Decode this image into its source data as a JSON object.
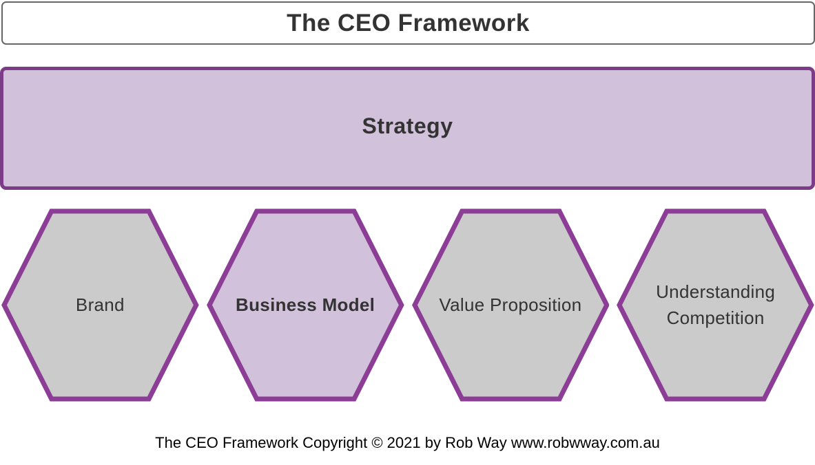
{
  "title": {
    "text": "The CEO Framework"
  },
  "strategy": {
    "label": "Strategy"
  },
  "hexagons": [
    {
      "label": "Brand",
      "fill": "#CBCBCB",
      "bold": false
    },
    {
      "label": "Business Model",
      "fill": "#D2C1DA",
      "bold": true
    },
    {
      "label": "Value Proposition",
      "fill": "#CBCBCB",
      "bold": false
    },
    {
      "label": "Understanding Competition",
      "fill": "#CBCBCB",
      "bold": false
    }
  ],
  "footer": {
    "text": "The CEO Framework Copyright © 2021 by Rob Way www.robwway.com.au"
  },
  "colors": {
    "title_border": "#666666",
    "text_dark": "#333333",
    "strategy_border": "#7D3C87",
    "strategy_fill": "#D2C1DA",
    "hex_border": "#8C3E96"
  }
}
